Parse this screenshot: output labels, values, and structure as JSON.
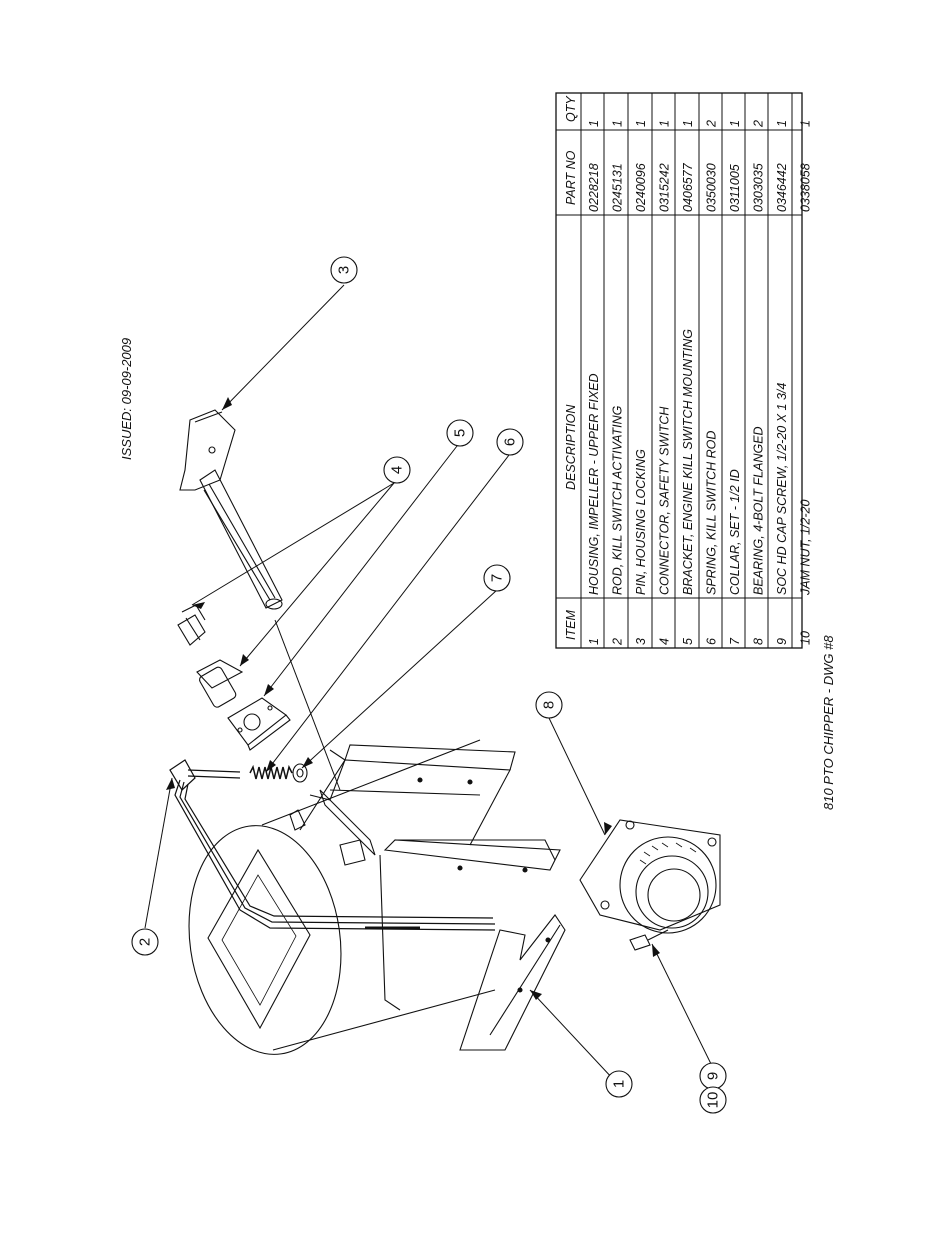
{
  "drawing": {
    "issued": "ISSUED: 09-09-2009",
    "footer": "810 PTO CHIPPER - DWG #8"
  },
  "callouts": [
    "1",
    "2",
    "3",
    "4",
    "5",
    "6",
    "7",
    "8",
    "9",
    "10"
  ],
  "parts_table": {
    "headers": {
      "item": "ITEM",
      "description": "DESCRIPTION",
      "part_no": "PART NO",
      "qty": "QTY"
    },
    "rows": [
      {
        "item": "1",
        "description": "HOUSING, IMPELLER - UPPER FIXED",
        "part_no": "0228218",
        "qty": "1"
      },
      {
        "item": "2",
        "description": "ROD, KILL SWITCH ACTIVATING",
        "part_no": "0245131",
        "qty": "1"
      },
      {
        "item": "3",
        "description": "PIN, HOUSING LOCKING",
        "part_no": "0240096",
        "qty": "1"
      },
      {
        "item": "4",
        "description": "CONNECTOR, SAFETY SWITCH",
        "part_no": "0315242",
        "qty": "1"
      },
      {
        "item": "5",
        "description": "BRACKET, ENGINE KILL SWITCH MOUNTING",
        "part_no": "0406577",
        "qty": "1"
      },
      {
        "item": "6",
        "description": "SPRING, KILL SWITCH ROD",
        "part_no": "0350030",
        "qty": "2"
      },
      {
        "item": "7",
        "description": "COLLAR, SET - 1/2 ID",
        "part_no": "0311005",
        "qty": "1"
      },
      {
        "item": "8",
        "description": "BEARING, 4-BOLT FLANGED",
        "part_no": "0303035",
        "qty": "2"
      },
      {
        "item": "9",
        "description": "SOC HD CAP SCREW, 1/2-20 X 1 3/4",
        "part_no": "0346442",
        "qty": "1"
      },
      {
        "item": "10",
        "description": "JAM NUT, 1/2-20",
        "part_no": "0338058",
        "qty": "1"
      }
    ]
  }
}
